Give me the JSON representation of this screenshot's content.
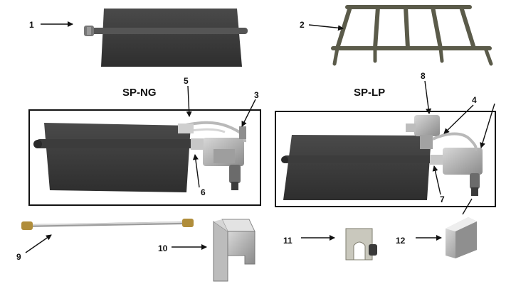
{
  "titles": {
    "left": "SP-NG",
    "right": "SP-LP"
  },
  "callouts": {
    "c1": "1",
    "c2": "2",
    "c3": "3",
    "c4": "4",
    "c5": "5",
    "c6": "6",
    "c7": "7",
    "c8": "8",
    "c9": "9",
    "c10": "10",
    "c11": "11",
    "c12": "12"
  },
  "colors": {
    "burner": "#3b3b3b",
    "burner_light": "#5a5a5a",
    "metal": "#a9a9a9",
    "brass": "#b08d3a",
    "line": "#111111"
  }
}
